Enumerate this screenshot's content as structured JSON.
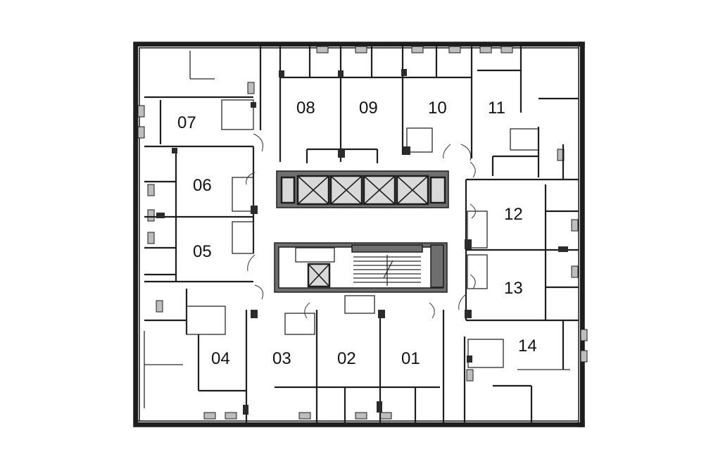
{
  "units": [
    {
      "id": "unit-07",
      "label": "07"
    },
    {
      "id": "unit-08",
      "label": "08"
    },
    {
      "id": "unit-09",
      "label": "09"
    },
    {
      "id": "unit-10",
      "label": "10"
    },
    {
      "id": "unit-11",
      "label": "11"
    },
    {
      "id": "unit-06",
      "label": "06"
    },
    {
      "id": "unit-12",
      "label": "12"
    },
    {
      "id": "unit-05",
      "label": "05"
    },
    {
      "id": "unit-13",
      "label": "13"
    },
    {
      "id": "unit-14",
      "label": "14"
    },
    {
      "id": "unit-04",
      "label": "04"
    },
    {
      "id": "unit-03",
      "label": "03"
    },
    {
      "id": "unit-02",
      "label": "02"
    },
    {
      "id": "unit-01",
      "label": "01"
    }
  ],
  "colors": {
    "wall": "#1d1d1d",
    "background": "#ffffff",
    "wall_fill": "#d8d8d8",
    "core": "#6e6e6e"
  }
}
